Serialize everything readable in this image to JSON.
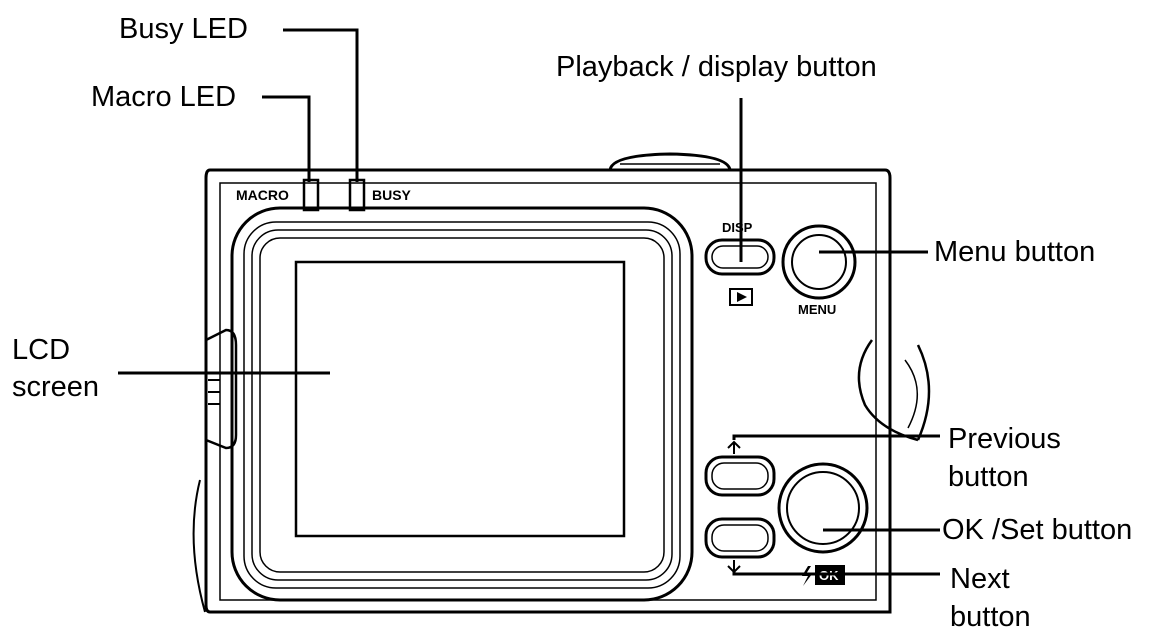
{
  "callouts": {
    "busy_led": "Busy LED",
    "macro_led": "Macro LED",
    "playback_button": "Playback / display button",
    "menu_button": "Menu button",
    "lcd_line1": "LCD",
    "lcd_line2": "screen",
    "previous_line1": "Previous",
    "previous_line2": "button",
    "ok_button": "OK /Set button",
    "next_line1": "Next",
    "next_line2": "button"
  },
  "camera_labels": {
    "macro": "MACRO",
    "busy": "BUSY",
    "disp": "DISP",
    "menu": "MENU",
    "ok": "OK",
    "flash_icon": "lightning-bolt-icon",
    "play_icon": "play-triangle-icon"
  },
  "colors": {
    "ink": "#000000",
    "background": "#ffffff"
  }
}
